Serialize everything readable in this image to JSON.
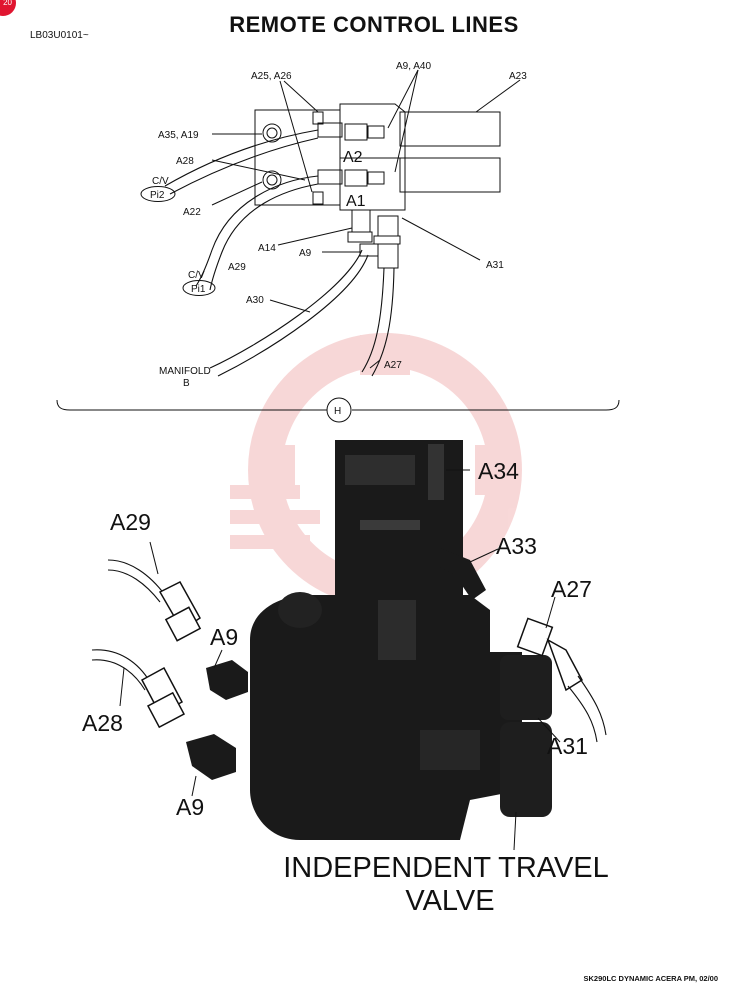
{
  "header": {
    "page_id": "LB03U0101~",
    "title": "REMOTE CONTROL LINES",
    "corner_badge": "20"
  },
  "footer": {
    "text": "SK290LC DYNAMIC ACERA PM, 02/00"
  },
  "diagram_top": {
    "labels": {
      "a25_a26": "A25, A26",
      "a9_a40": "A9, A40",
      "a23": "A23",
      "a35_a19": "A35,  A19",
      "a28": "A28",
      "cv_pi2": "C/V",
      "pi2": "Pi2",
      "a22": "A22",
      "block_a2": "A2",
      "block_a1": "A1",
      "a14": "A14",
      "a9": "A9",
      "a31": "A31",
      "a29": "A29",
      "cv_pi1": "C/V",
      "pi1": "Pi1",
      "a30": "A30",
      "manifold": "MANIFOLD",
      "manifold_b": "B",
      "a27": "A27",
      "section": "H"
    }
  },
  "diagram_photo": {
    "labels": {
      "a34": "A34",
      "a33": "A33",
      "a29": "A29",
      "a27": "A27",
      "a9_upper": "A9",
      "a28": "A28",
      "a31": "A31",
      "a9_lower": "A9",
      "caption_line1": "INDEPENDENT TRAVEL",
      "caption_line2": "VALVE"
    }
  },
  "colors": {
    "ink": "#111111",
    "valve_body": "#1a1a1a",
    "watermark": "#f2b8b8",
    "badge": "#e01530"
  }
}
